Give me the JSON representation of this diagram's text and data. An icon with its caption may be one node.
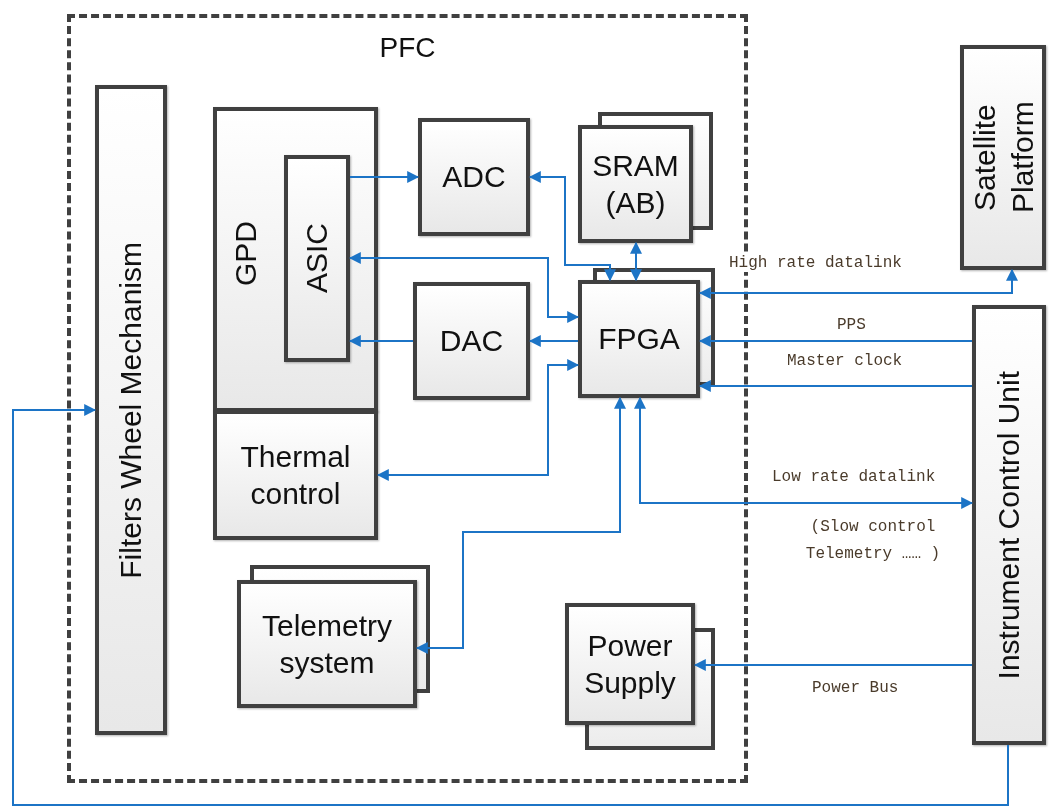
{
  "diagram": {
    "nodes": [
      {
        "text": [
          "PFC"
        ]
      },
      {
        "text": [
          "Filters Wheel Mechanism"
        ],
        "in": 0
      },
      {
        "text": [
          "GPD"
        ],
        "in": 0
      },
      {
        "text": [
          "ASIC"
        ],
        "in": 2
      },
      {
        "text": [
          "Thermal control"
        ],
        "in": 0
      },
      {
        "text": [
          "ADC"
        ],
        "in": 0
      },
      {
        "text": [
          "SRAM (AB)"
        ],
        "in": 0
      },
      {
        "text": [
          "DAC"
        ],
        "in": 0
      },
      {
        "text": [
          "FPGA"
        ],
        "in": 0
      },
      {
        "text": [
          "Telemetry system"
        ],
        "in": 0
      },
      {
        "text": [
          "Power Supply"
        ],
        "in": 0
      },
      {
        "text": [
          "Satellite Platform"
        ]
      },
      {
        "text": [
          "Instrument Control Unit"
        ]
      }
    ],
    "edges": [
      {
        "from": 3,
        "to": 5,
        "arrow": "to"
      },
      {
        "from": 8,
        "to": 5,
        "arrow": "both"
      },
      {
        "from": 6,
        "to": 8,
        "arrow": "both"
      },
      {
        "from": 8,
        "to": 3,
        "arrow": "both"
      },
      {
        "from": 8,
        "to": 7,
        "arrow": "to"
      },
      {
        "from": 7,
        "to": 3,
        "arrow": "to"
      },
      {
        "from": 8,
        "to": 4,
        "arrow": "both"
      },
      {
        "from": 8,
        "to": 9,
        "arrow": "both"
      },
      {
        "from": 8,
        "to": 12,
        "arrow": "both",
        "label": "Low rate datalink"
      },
      {
        "from": 8,
        "to": 11,
        "arrow": "both",
        "label": "High rate datalink"
      },
      {
        "from": 12,
        "to": 8,
        "arrow": "to",
        "label": "PPS"
      },
      {
        "from": 12,
        "to": 8,
        "arrow": "to",
        "label": "Master clock"
      },
      {
        "from": 12,
        "to": 10,
        "arrow": "to",
        "label": "Power Bus"
      },
      {
        "from": 12,
        "to": 1,
        "arrow": "to"
      }
    ],
    "labels": [
      "(Slow control Telemetry …… )"
    ]
  }
}
